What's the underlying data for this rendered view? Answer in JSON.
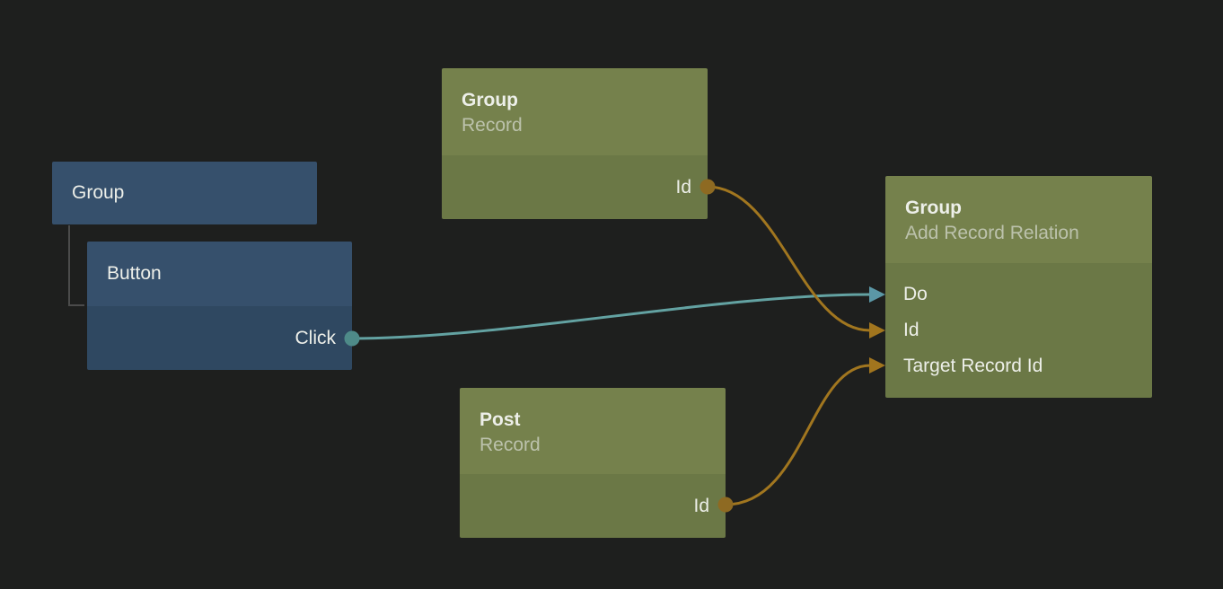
{
  "colors": {
    "bg": "#1e1f1e",
    "blue-header": "#36506c",
    "blue-body": "#2f4861",
    "green-header": "#75814c",
    "green-body": "#6b7846",
    "title-text": "#edefe9",
    "subtitle-text": "#bcc2ac",
    "hierarchy-line": "#4b4b4b",
    "signal-edge": "#63a2a2",
    "signal-port": "#4e8a88",
    "signal-arrow": "#5b97a6",
    "data-edge": "#a1761f",
    "data-port": "#8e6a22",
    "data-arrow": "#a1751e"
  },
  "nodes": [
    {
      "title": "Group"
    },
    {
      "title": "Button",
      "outputs": [
        {
          "label": "Click",
          "type": "signal"
        }
      ]
    },
    {
      "title": "Group",
      "subtitle": "Record",
      "outputs": [
        {
          "label": "Id",
          "type": "data"
        }
      ]
    },
    {
      "title": "Post",
      "subtitle": "Record",
      "outputs": [
        {
          "label": "Id",
          "type": "data"
        }
      ]
    },
    {
      "title": "Group",
      "subtitle": "Add Record Relation",
      "inputs": [
        {
          "label": "Do",
          "type": "signal"
        },
        {
          "label": "Id",
          "type": "data"
        },
        {
          "label": "Target Record Id",
          "type": "data"
        }
      ]
    }
  ],
  "edges": [
    {
      "from": "Button.Click",
      "to": "Group (Add Record Relation).Do",
      "type": "signal"
    },
    {
      "from": "Group (Record).Id",
      "to": "Group (Add Record Relation).Id",
      "type": "data"
    },
    {
      "from": "Post (Record).Id",
      "to": "Group (Add Record Relation).Target Record Id",
      "type": "data"
    }
  ],
  "hierarchy": [
    {
      "parent": "Group",
      "child": "Button"
    }
  ]
}
